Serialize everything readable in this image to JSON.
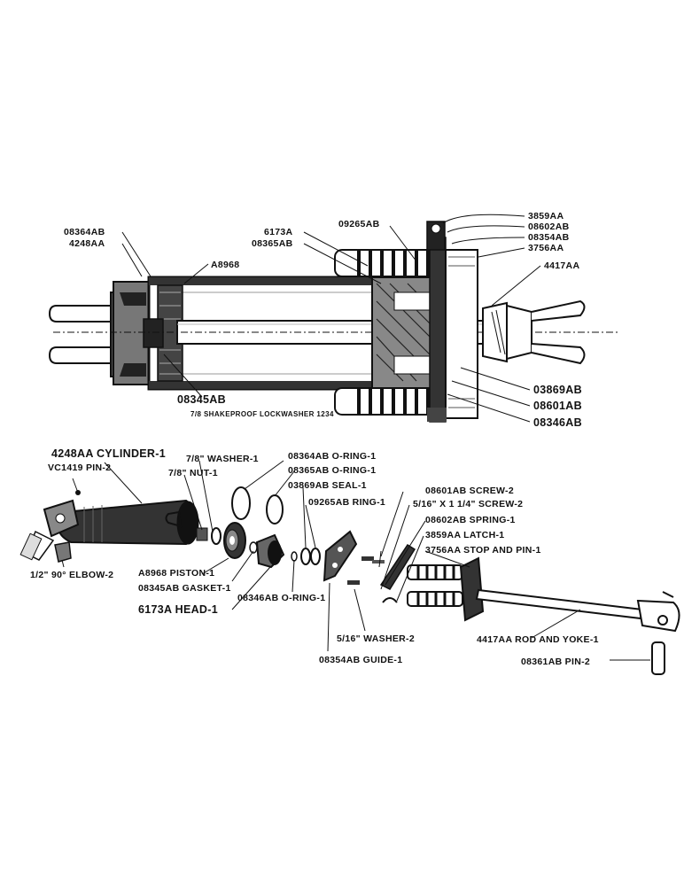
{
  "assembly_labels": {
    "p08364AB": "08364AB",
    "p4248AA": "4248AA",
    "pA8968": "A8968",
    "p6173A": "6173A",
    "p08365AB": "08365AB",
    "p09265AB": "09265AB",
    "p3859AA": "3859AA",
    "p08602AB": "08602AB",
    "p08354AB": "08354AB",
    "p3756AA": "3756AA",
    "p4417AA": "4417AA",
    "p08345AB": "08345AB",
    "lockwasher": "7/8 SHAKEPROOF LOCKWASHER 1234",
    "p03869AB": "03869AB",
    "p08601AB": "08601AB",
    "p08346AB": "08346AB"
  },
  "exploded_labels": {
    "cylinder": "4248AA CYLINDER-1",
    "pin": "VC1419 PIN-2",
    "washer78": "7/8\" WASHER-1",
    "nut78": "7/8\" NUT-1",
    "elbow": "1/2\" 90° ELBOW-2",
    "piston": "A8968 PISTON-1",
    "gasket": "08345AB GASKET-1",
    "head": "6173A HEAD-1",
    "oring64": "08364AB O-RING-1",
    "oring65": "08365AB O-RING-1",
    "seal": "03869AB SEAL-1",
    "ring": "09265AB RING-1",
    "oring46": "08346AB O-RING-1",
    "screw01": "08601AB SCREW-2",
    "screw516": "5/16\" X 1 1/4\" SCREW-2",
    "spring": "08602AB SPRING-1",
    "latch": "3859AA LATCH-1",
    "stop": "3756AA STOP AND PIN-1",
    "washer516": "5/16\" WASHER-2",
    "guide": "08354AB GUIDE-1",
    "rod": "4417AA ROD AND YOKE-1",
    "pin2": "08361AB PIN-2"
  }
}
